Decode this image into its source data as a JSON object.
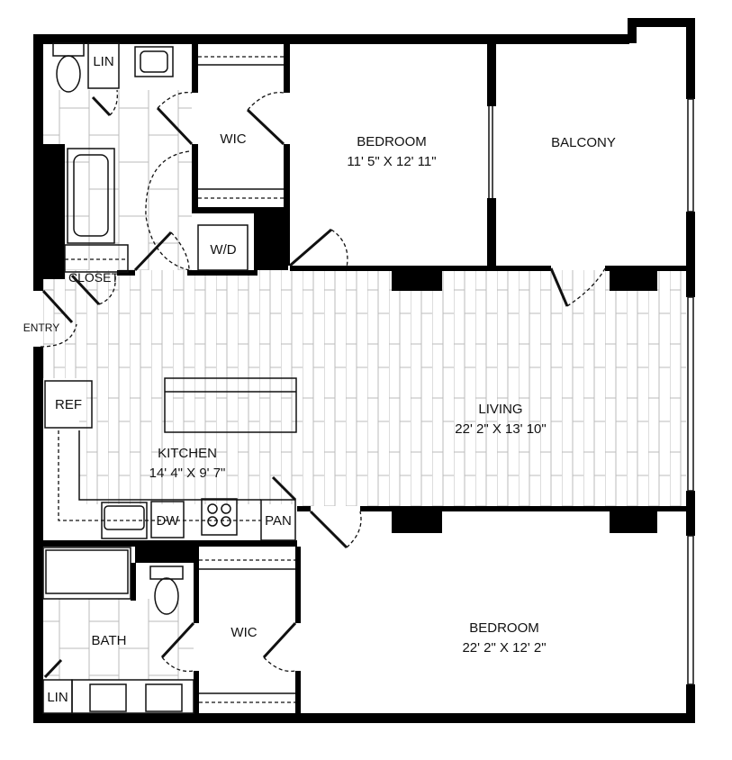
{
  "rooms": {
    "bedroom_top": {
      "name": "BEDROOM",
      "dims": "11' 5\" X 12' 11\""
    },
    "balcony": {
      "name": "BALCONY"
    },
    "living": {
      "name": "LIVING",
      "dims": "22' 2\" X 13' 10\""
    },
    "kitchen": {
      "name": "KITCHEN",
      "dims": "14' 4\" X 9' 7\""
    },
    "bedroom_bottom": {
      "name": "BEDROOM",
      "dims": "22' 2\" X 12' 2\""
    },
    "wic_top": {
      "name": "WIC"
    },
    "wic_bottom": {
      "name": "WIC"
    },
    "bath": {
      "name": "BATH"
    },
    "entry": {
      "name": "ENTRY"
    },
    "closet": {
      "name": "CLOSET"
    },
    "lin_top": {
      "name": "LIN"
    },
    "lin_bottom": {
      "name": "LIN"
    },
    "wd": {
      "name": "W/D"
    },
    "ref": {
      "name": "REF"
    },
    "dw": {
      "name": "DW"
    },
    "pan": {
      "name": "PAN"
    }
  }
}
